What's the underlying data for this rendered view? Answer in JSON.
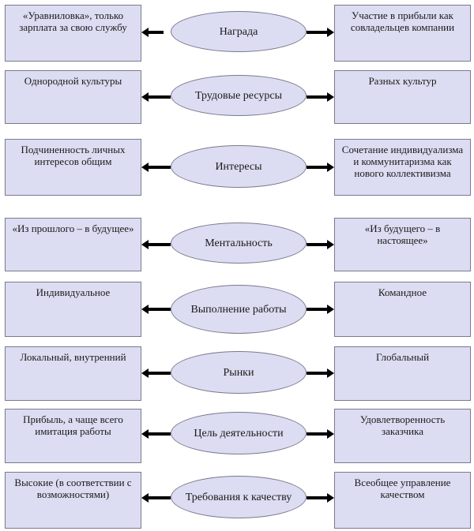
{
  "rows": [
    {
      "left": "«Уравниловка», только зарплата за свою службу",
      "center": "Награда",
      "right": "Участие в прибыли как совладельцев компании"
    },
    {
      "left": "Однородной культуры",
      "center": "Трудовые ресурсы",
      "right": "Разных культур"
    },
    {
      "left": "Подчиненность личных интересов общим",
      "center": "Интересы",
      "right": "Сочетание индивидуализма и коммунитаризма как нового коллективизма"
    },
    {
      "left": "«Из прошлого – в будущее»",
      "center": "Ментальность",
      "right": "«Из будущего – в настоящее»"
    },
    {
      "left": "Индивидуальное",
      "center": "Выполнение работы",
      "right": "Командное"
    },
    {
      "left": "Локальный, внутренний",
      "center": "Рынки",
      "right": "Глобальный"
    },
    {
      "left": "Прибыль, а чаще всего имитация работы",
      "center": "Цель деятельности",
      "right": "Удовлетворенность заказчика"
    },
    {
      "left": "Высокие (в соответствии с возможностями)",
      "center": "Требования к качеству",
      "right": "Всеобщее управление качеством"
    }
  ],
  "colors": {
    "fill": "#dcdcf2",
    "border": "#7a7a8c",
    "arrow": "#000000"
  }
}
